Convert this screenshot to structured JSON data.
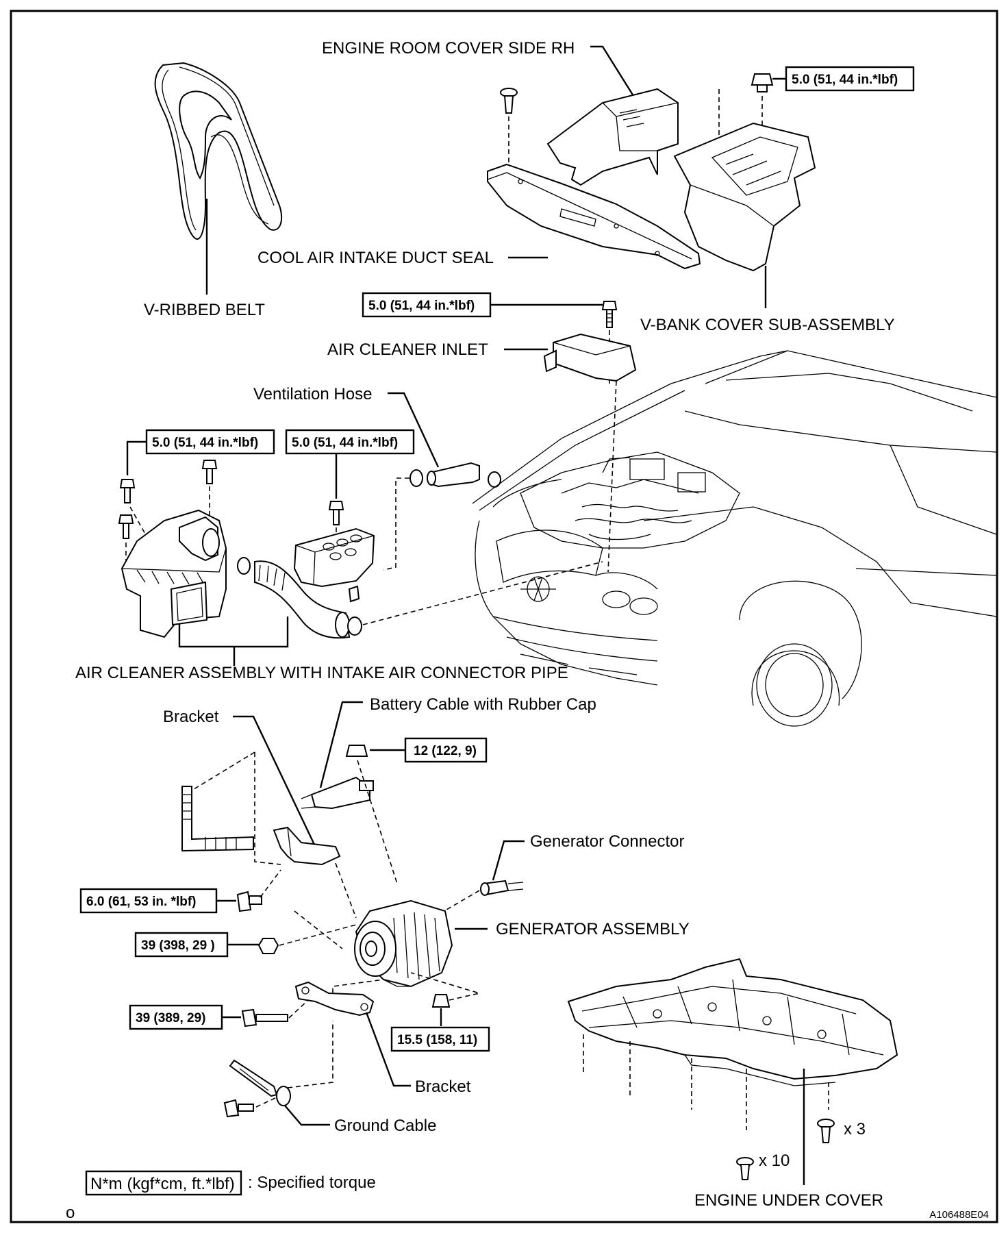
{
  "labels": {
    "engine_room_cover_side_rh": "ENGINE ROOM COVER SIDE RH",
    "cool_air_intake_duct_seal": "COOL AIR INTAKE DUCT SEAL",
    "v_ribbed_belt": "V-RIBBED BELT",
    "v_bank_cover_sub_assembly": "V-BANK COVER SUB-ASSEMBLY",
    "air_cleaner_inlet": "AIR CLEANER INLET",
    "ventilation_hose": "Ventilation Hose",
    "air_cleaner_assembly": "AIR CLEANER ASSEMBLY WITH INTAKE AIR CONNECTOR PIPE",
    "battery_cable": "Battery Cable with Rubber Cap",
    "bracket_upper": "Bracket",
    "generator_connector": "Generator Connector",
    "generator_assembly": "GENERATOR ASSEMBLY",
    "bracket_lower": "Bracket",
    "ground_cable": "Ground Cable",
    "engine_under_cover": "ENGINE UNDER COVER",
    "qty_x3": "x 3",
    "qty_x10": "x 10"
  },
  "torque": {
    "v_bank_cover": "5.0 (51, 44 in.*lbf)",
    "air_cleaner_inlet": "5.0 (51, 44 in.*lbf)",
    "air_cleaner_left": "5.0 (51, 44 in.*lbf)",
    "air_cleaner_right": "5.0 (51, 44 in.*lbf)",
    "battery_cable_nut": "12 (122, 9)",
    "bracket_bolt": "6.0 (61, 53 in. *lbf)",
    "generator_nut": "39 (398, 29 )",
    "generator_bolt": "39 (389, 29)",
    "generator_nut_lower": "15.5 (158, 11)"
  },
  "legend": {
    "unit": "N*m (kgf*cm, ft.*lbf)",
    "description": ": Specified torque"
  },
  "footer": {
    "left_mark": "o",
    "figure_id": "A106488E04"
  }
}
